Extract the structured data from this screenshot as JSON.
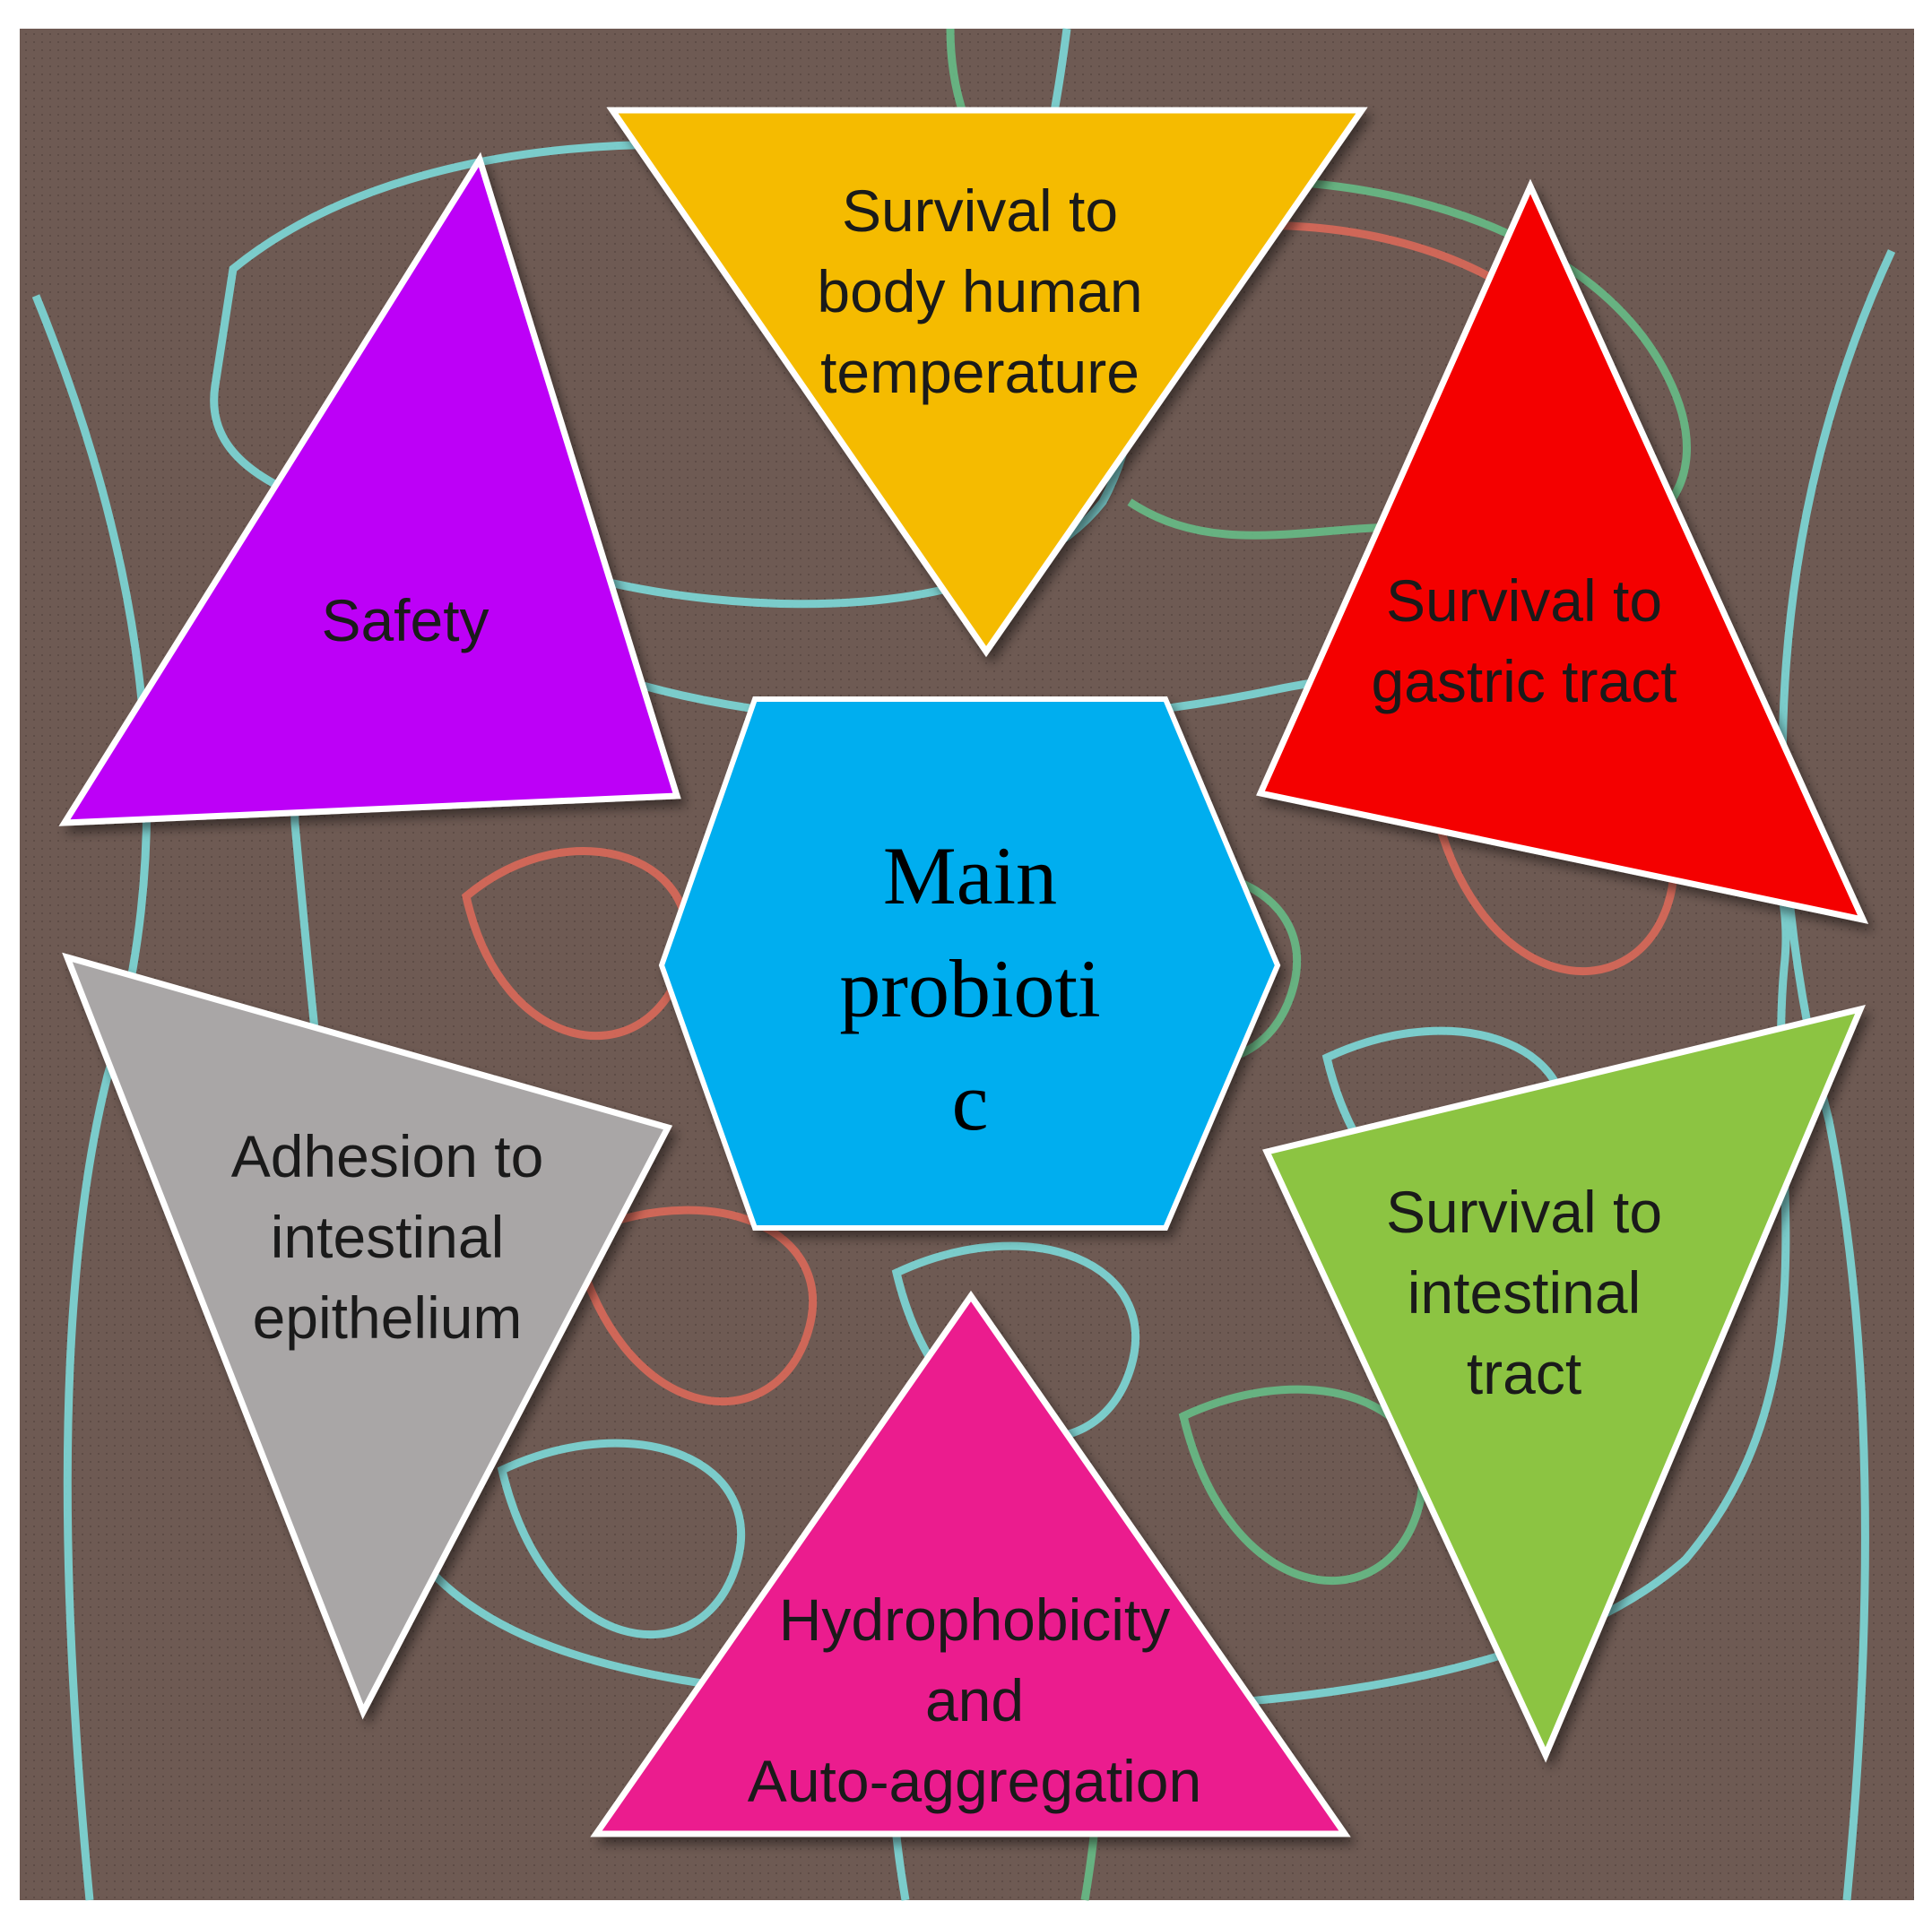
{
  "center": {
    "lines": [
      "Main",
      "probioti",
      "c"
    ],
    "color": "#00aeef"
  },
  "criteria": [
    {
      "id": "safety",
      "lines": [
        "Safety"
      ],
      "color": "#bd00f7"
    },
    {
      "id": "body-temperature",
      "lines": [
        "Survival to",
        "body human",
        "temperature"
      ],
      "color": "#f5bb00"
    },
    {
      "id": "gastric-tract",
      "lines": [
        "Survival to",
        "gastric tract"
      ],
      "color": "#f40000"
    },
    {
      "id": "adhesion",
      "lines": [
        "Adhesion to",
        "intestinal",
        "epithelium"
      ],
      "color": "#a9a6a6"
    },
    {
      "id": "hydrophobicity",
      "lines": [
        "Hydrophobicity",
        "and",
        "Auto-aggregation"
      ],
      "color": "#eb1f8e"
    },
    {
      "id": "intestinal-tract",
      "lines": [
        "Survival to",
        "intestinal",
        "tract"
      ],
      "color": "#8cc443"
    }
  ],
  "colors": {
    "background": "#6e5a53",
    "outline_cyan": "#7ee0e0",
    "outline_red": "#e06a5a",
    "outline_green": "#66c28a"
  }
}
